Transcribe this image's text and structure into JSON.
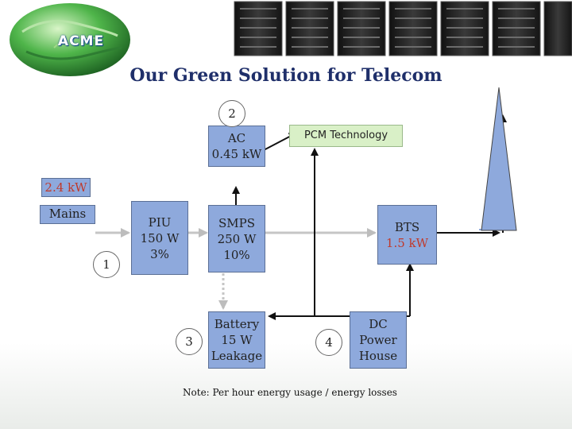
{
  "title": "Our Green Solution for Telecom",
  "logo": {
    "text": "ACME"
  },
  "numbers": {
    "n1": "1",
    "n2": "2",
    "n3": "3",
    "n4": "4"
  },
  "boxes": {
    "ac": {
      "line1": "AC",
      "line2": "0.45 kW"
    },
    "pcm": {
      "label": "PCM Technology"
    },
    "total": {
      "label": "2.4 kW"
    },
    "mains": {
      "label": "Mains"
    },
    "piu": {
      "line1": "PIU",
      "line2": "150 W",
      "line3": "3%"
    },
    "smps": {
      "line1": "SMPS",
      "line2": "250 W",
      "line3": "10%"
    },
    "bts": {
      "line1": "BTS",
      "line2": "1.5 kW"
    },
    "battery": {
      "line1": "Battery",
      "line2": "15 W",
      "line3": "Leakage"
    },
    "dc": {
      "line1": "DC",
      "line2": "Power",
      "line3": "House"
    }
  },
  "note": "Note: Per hour energy usage / energy losses",
  "colors": {
    "box": "#8ea9dc",
    "title": "#1f2f6a",
    "highlight": "#c0392b"
  }
}
